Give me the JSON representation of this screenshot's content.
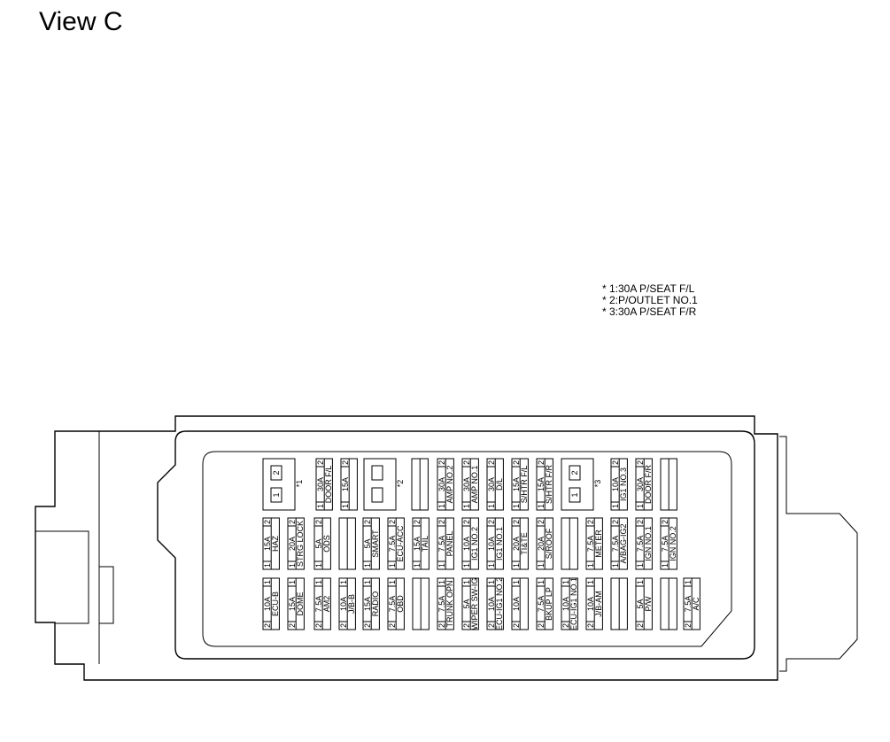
{
  "title": "View C",
  "notes": [
    "* 1:30A P/SEAT F/L",
    "* 2:P/OUTLET NO.1",
    "* 3:30A P/SEAT F/R"
  ],
  "relays": [
    {
      "id": "r1",
      "a": "1",
      "b": "2",
      "mark": "*1"
    },
    {
      "id": "r2",
      "a": "",
      "b": "",
      "mark": "*2"
    },
    {
      "id": "r3",
      "a": "1",
      "b": "2",
      "mark": "*3"
    }
  ],
  "fuses": {
    "top": [
      {
        "amp": "30A",
        "name": "DOOR F/L",
        "p1": "1",
        "p2": "2"
      },
      {
        "amp": "15A",
        "name": "",
        "p1": "1",
        "p2": "2"
      },
      {
        "amp": "",
        "name": "",
        "p1": "",
        "p2": ""
      },
      {
        "amp": "30A",
        "name": "AMP NO.2",
        "p1": "1",
        "p2": "2"
      },
      {
        "amp": "30A",
        "name": "AMP NO.1",
        "p1": "1",
        "p2": "2"
      },
      {
        "amp": "30A",
        "name": "D/L",
        "p1": "1",
        "p2": "2"
      },
      {
        "amp": "15A",
        "name": "S/HTR F/L",
        "p1": "1",
        "p2": "2"
      },
      {
        "amp": "15A",
        "name": "S/HTR F/R",
        "p1": "1",
        "p2": "2"
      },
      {
        "amp": "10A",
        "name": "IG1 NO.3",
        "p1": "1",
        "p2": "2"
      },
      {
        "amp": "30A",
        "name": "DOOR F/R",
        "p1": "1",
        "p2": "2"
      },
      {
        "amp": "",
        "name": "",
        "p1": "",
        "p2": ""
      }
    ],
    "middle": [
      {
        "amp": "15A",
        "name": "HAZ",
        "p1": "1",
        "p2": "2"
      },
      {
        "amp": "20A",
        "name": "STRG LOCK",
        "p1": "1",
        "p2": "2"
      },
      {
        "amp": "5A",
        "name": "ODS",
        "p1": "1",
        "p2": "2"
      },
      {
        "amp": "",
        "name": "",
        "p1": "",
        "p2": ""
      },
      {
        "amp": "5A",
        "name": "SMART",
        "p1": "1",
        "p2": "2"
      },
      {
        "amp": "7.5A",
        "name": "ECU-ACC",
        "p1": "1",
        "p2": "2"
      },
      {
        "amp": "15A",
        "name": "TAIL",
        "p1": "1",
        "p2": "2"
      },
      {
        "amp": "7.5A",
        "name": "PANEL",
        "p1": "1",
        "p2": "2"
      },
      {
        "amp": "10A",
        "name": "IG1 NO.2",
        "p1": "1",
        "p2": "2"
      },
      {
        "amp": "10A",
        "name": "IG1 NO.1",
        "p1": "1",
        "p2": "2"
      },
      {
        "amp": "20A",
        "name": "TI&TE",
        "p1": "1",
        "p2": "2"
      },
      {
        "amp": "20A",
        "name": "S/ROOF",
        "p1": "1",
        "p2": "2"
      },
      {
        "amp": "",
        "name": "",
        "p1": "",
        "p2": ""
      },
      {
        "amp": "7.5A",
        "name": "METER",
        "p1": "1",
        "p2": "2"
      },
      {
        "amp": "7.5A",
        "name": "A/BAG-IG2",
        "p1": "1",
        "p2": "2"
      },
      {
        "amp": "7.5A",
        "name": "IGN NO.1",
        "p1": "1",
        "p2": "2"
      },
      {
        "amp": "7.5A",
        "name": "IGN NO.2",
        "p1": "1",
        "p2": "2"
      }
    ],
    "bottom": [
      {
        "amp": "10A",
        "name": "ECU-B",
        "p1": "2",
        "p2": "1"
      },
      {
        "amp": "15A",
        "name": "DOME",
        "p1": "2",
        "p2": "1"
      },
      {
        "amp": "7.5A",
        "name": "AM2",
        "p1": "2",
        "p2": "1"
      },
      {
        "amp": "10A",
        "name": "J/B-B",
        "p1": "2",
        "p2": "1"
      },
      {
        "amp": "15A",
        "name": "RADIO",
        "p1": "2",
        "p2": "1"
      },
      {
        "amp": "7.5A",
        "name": "OBD",
        "p1": "2",
        "p2": "1"
      },
      {
        "amp": "",
        "name": "",
        "p1": "",
        "p2": ""
      },
      {
        "amp": "7.5A",
        "name": "TRUNK OPN",
        "p1": "2",
        "p2": "1"
      },
      {
        "amp": "5A",
        "name": "WIPER SW-IG",
        "p1": "2",
        "p2": "1"
      },
      {
        "amp": "10A",
        "name": "ECU-IG1 NO.2",
        "p1": "2",
        "p2": "1"
      },
      {
        "amp": "10A",
        "name": "",
        "p1": "2",
        "p2": "1"
      },
      {
        "amp": "7.5A",
        "name": "BKUP LP",
        "p1": "2",
        "p2": "1"
      },
      {
        "amp": "10A",
        "name": "ECU-IG1 NO.1",
        "p1": "2",
        "p2": "1"
      },
      {
        "amp": "10A",
        "name": "J/B-AM",
        "p1": "2",
        "p2": "1"
      },
      {
        "amp": "",
        "name": "",
        "p1": "",
        "p2": ""
      },
      {
        "amp": "5A",
        "name": "P/W",
        "p1": "2",
        "p2": "1"
      },
      {
        "amp": "",
        "name": "",
        "p1": "",
        "p2": ""
      },
      {
        "amp": "7.5A",
        "name": "A/C",
        "p1": "2",
        "p2": "1"
      }
    ]
  }
}
